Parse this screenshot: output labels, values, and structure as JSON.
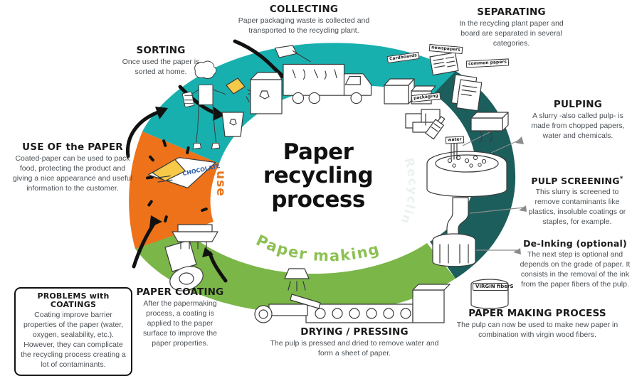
{
  "infographic": {
    "center_title_line1": "Paper",
    "center_title_line2": "recycling",
    "center_title_line3": "process",
    "colors": {
      "teal": "#18B0AE",
      "dark_teal": "#1C5E5C",
      "orange": "#EE7219",
      "green": "#7AB648",
      "green_light": "#8CC152",
      "text_dark": "#1a1a1a",
      "text_body": "#4a4f54"
    },
    "ring_labels": [
      {
        "id": "sorting",
        "text": "SORTING",
        "color": "#18B0AE"
      },
      {
        "id": "recycling",
        "text": "Recycling",
        "color": "#F2F6F3"
      },
      {
        "id": "paper-making",
        "text": "Paper making",
        "color": "#8CC152"
      },
      {
        "id": "use",
        "text": "use",
        "color": "#E8731A"
      }
    ],
    "steps": [
      {
        "id": "sorting",
        "title": "SORTING",
        "body": "Once used the paper is sorted at home."
      },
      {
        "id": "collecting",
        "title": "COLLECTING",
        "body": "Paper packaging waste is collected and transported to the recycling plant."
      },
      {
        "id": "separating",
        "title": "SEPARATING",
        "body": "In the recycling plant paper and board are separated in several categories."
      },
      {
        "id": "pulping",
        "title": "PULPING",
        "body": "A slurry -also called pulp- is made from chopped papers, water and chemicals."
      },
      {
        "id": "pulp-screening",
        "title": "PULP SCREENING",
        "title_mark": "*",
        "body": "This slurry is screened to remove contaminants like plastics, insoluble coatings or staples, for example."
      },
      {
        "id": "de-inking",
        "title": "De-Inking (optional)",
        "body": "The next step is optional and depends on the grade of paper. It consists in the removal of the ink from the paper fibers of the pulp."
      },
      {
        "id": "paper-making-process",
        "title": "PAPER MAKING PROCESS",
        "body": "The pulp can now be used to make new paper in combination with virgin wood fibers."
      },
      {
        "id": "drying-pressing",
        "title": "DRYING / PRESSING",
        "body": "The pulp is pressed and dried to remove water and form a sheet of paper."
      },
      {
        "id": "paper-coating",
        "title": "PAPER COATING",
        "body": "After the papermaking process, a coating is applied to the paper surface to improve the paper properties."
      },
      {
        "id": "use-of-the-paper",
        "title": "USE OF the PAPER",
        "body": "Coated-paper can be used to pack food, protecting the product and giving a nice appearance and useful information to the customer."
      }
    ],
    "note": {
      "id": "problems-with-coatings",
      "title": "PROBLEMS with COATINGS",
      "body": "Coating improve barrier properties of the paper (water, oxygen, sealability, etc.). However, they can complicate the recycling process creating a lot of contaminants."
    },
    "illustration_tags": [
      {
        "id": "cardboards",
        "text": "Cardboards"
      },
      {
        "id": "newspapers",
        "text": "newspapers"
      },
      {
        "id": "common-papers",
        "text": "common papers"
      },
      {
        "id": "packaging",
        "text": "packaging"
      },
      {
        "id": "water",
        "text": "water"
      },
      {
        "id": "virgin-fibers",
        "text": "VIRGIN fiberS"
      },
      {
        "id": "chocolate",
        "text": "CHOCOLATE"
      }
    ]
  }
}
